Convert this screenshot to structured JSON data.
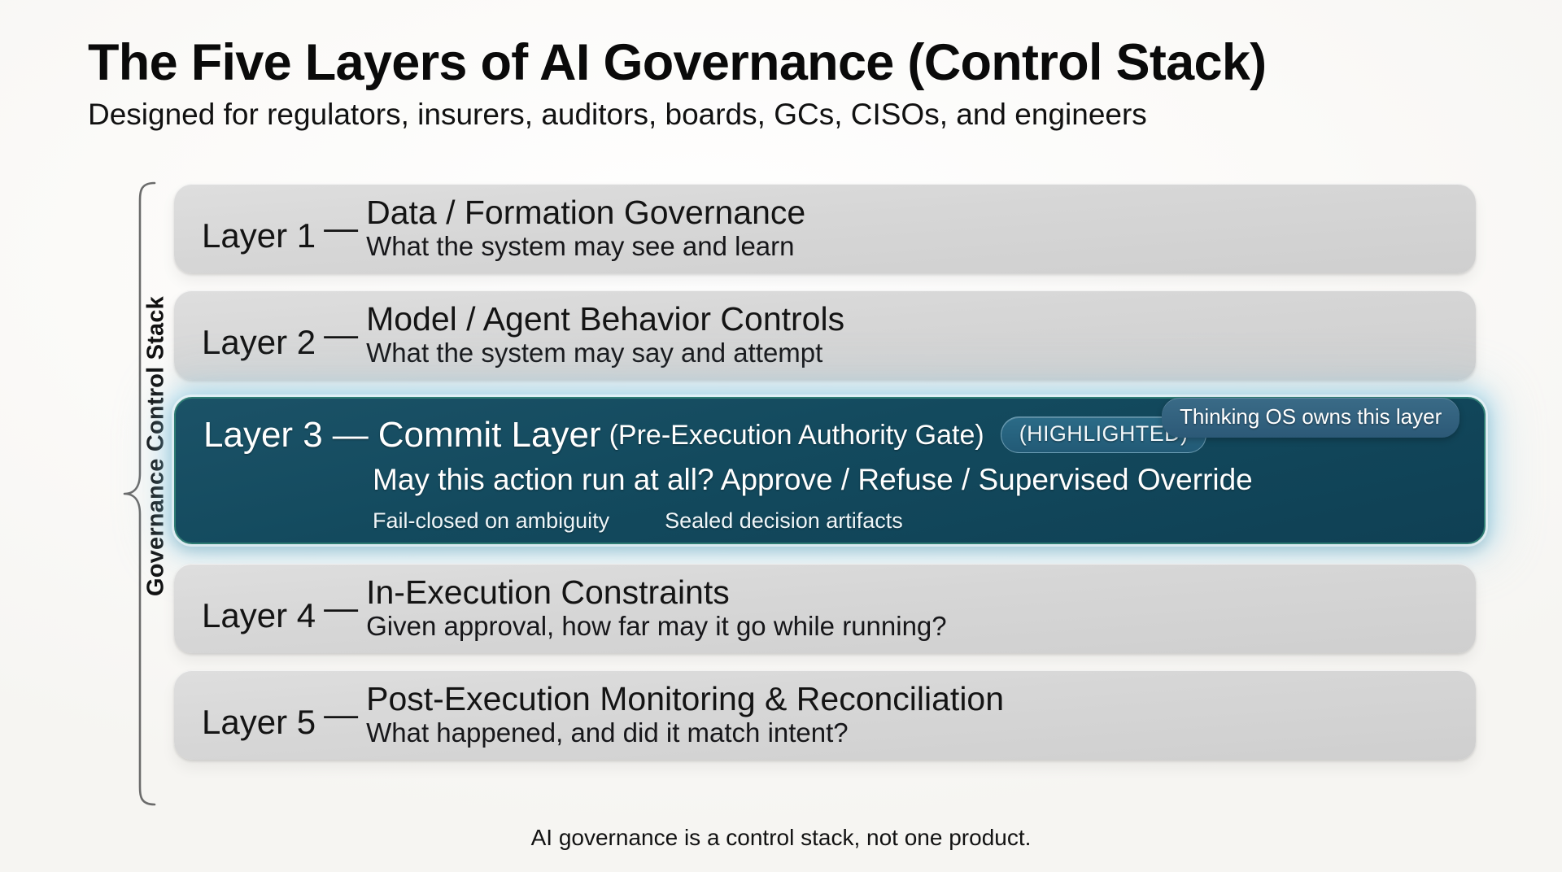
{
  "header": {
    "title": "The Five Layers of AI Governance (Control Stack)",
    "subtitle": "Designed for regulators, insurers, auditors, boards, GCs, CISOs, and engineers"
  },
  "bracket": {
    "label": "Governance Control Stack"
  },
  "owner_badge": {
    "text": "Thinking OS owns this layer"
  },
  "colors": {
    "background": "#fbfaf8",
    "card_gray": "#d6d6d6",
    "highlight_fill": "#134a5e",
    "highlight_border": "#2f7d74",
    "highlight_glow": "#78c3e1",
    "badge_blue": "#3a6b87",
    "pill_blue": "#2b6b87",
    "text_dark": "#141414",
    "text_light": "#ffffff"
  },
  "layers": [
    {
      "tag": "Layer 1",
      "dash": "—",
      "title": "Data / Formation Governance",
      "subtitle": "What the system may see and learn",
      "highlighted": false
    },
    {
      "tag": "Layer 2",
      "dash": "—",
      "title": "Model / Agent Behavior Controls",
      "subtitle": "What the system may say and attempt",
      "highlighted": false
    },
    {
      "tag": "Layer 3",
      "dash": "—",
      "title": "Commit Layer",
      "title_paren": "(Pre-Execution Authority Gate)",
      "pill": "(HIGHLIGHTED)",
      "subtitle": "May this action run at all?  Approve / Refuse / Supervised Override",
      "details": [
        "Fail-closed on ambiguity",
        "Sealed decision artifacts"
      ],
      "highlighted": true
    },
    {
      "tag": "Layer 4",
      "dash": "—",
      "title": "In-Execution Constraints",
      "subtitle": "Given approval, how far may it go while running?",
      "highlighted": false
    },
    {
      "tag": "Layer 5",
      "dash": "—",
      "title": "Post-Execution Monitoring & Reconciliation",
      "subtitle": "What happened, and did it match intent?",
      "highlighted": false
    }
  ],
  "footer": {
    "text": "AI governance is a control stack, not one product."
  }
}
